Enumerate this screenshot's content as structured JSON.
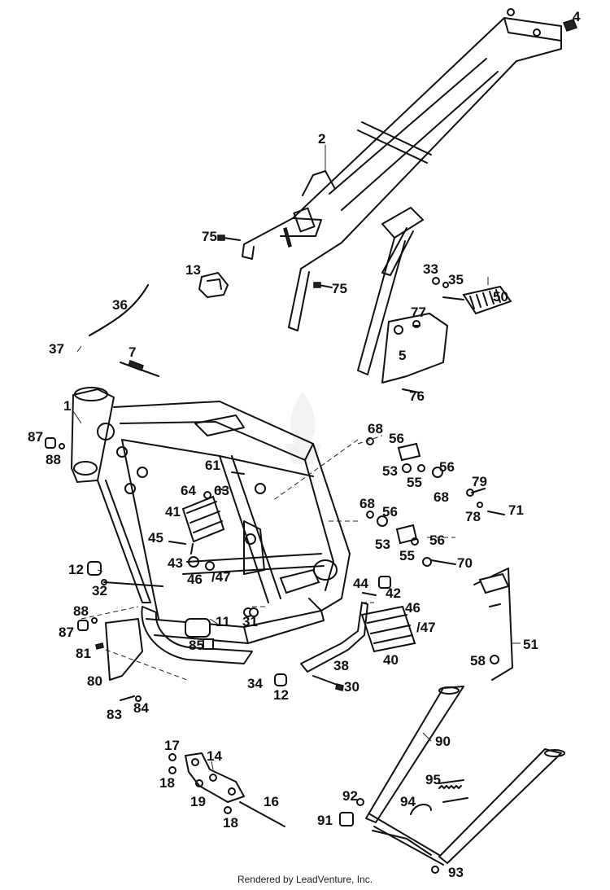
{
  "callouts": {
    "c1": "1",
    "c2": "2",
    "c4": "4",
    "c5": "5",
    "c7": "7",
    "c11": "11",
    "c12a": "12",
    "c12b": "12",
    "c13": "13",
    "c14": "14",
    "c16": "16",
    "c17": "17",
    "c18a": "18",
    "c18b": "18",
    "c19": "19",
    "c30": "30",
    "c31": "31",
    "c32": "32",
    "c33": "33",
    "c34": "34",
    "c35": "35",
    "c36": "36",
    "c37": "37",
    "c38": "38",
    "c40": "40",
    "c41": "41",
    "c42": "42",
    "c43": "43",
    "c44": "44",
    "c45": "45",
    "c46a": "46",
    "c46b": "46",
    "c47a": "/47",
    "c47b": "/47",
    "c50": "50",
    "c51": "51",
    "c53a": "53",
    "c53b": "53",
    "c55a": "55",
    "c55b": "55",
    "c56a": "56",
    "c56b": "56",
    "c56c": "56",
    "c56d": "56",
    "c58": "58",
    "c61": "61",
    "c63": "63",
    "c64": "64",
    "c68a": "68",
    "c68b": "68",
    "c68c": "68",
    "c70": "70",
    "c71": "71",
    "c75a": "75",
    "c75b": "75",
    "c76": "76",
    "c77": "77",
    "c78": "78",
    "c79": "79",
    "c80": "80",
    "c81": "81",
    "c83": "83",
    "c84": "84",
    "c85": "85",
    "c87a": "87",
    "c87b": "87",
    "c88a": "88",
    "c88b": "88",
    "c90": "90",
    "c91": "91",
    "c92": "92",
    "c93": "93",
    "c94": "94",
    "c95": "95"
  },
  "footer": "Rendered by LeadVenture, Inc.",
  "watermark_icon": "flame-logo-icon"
}
